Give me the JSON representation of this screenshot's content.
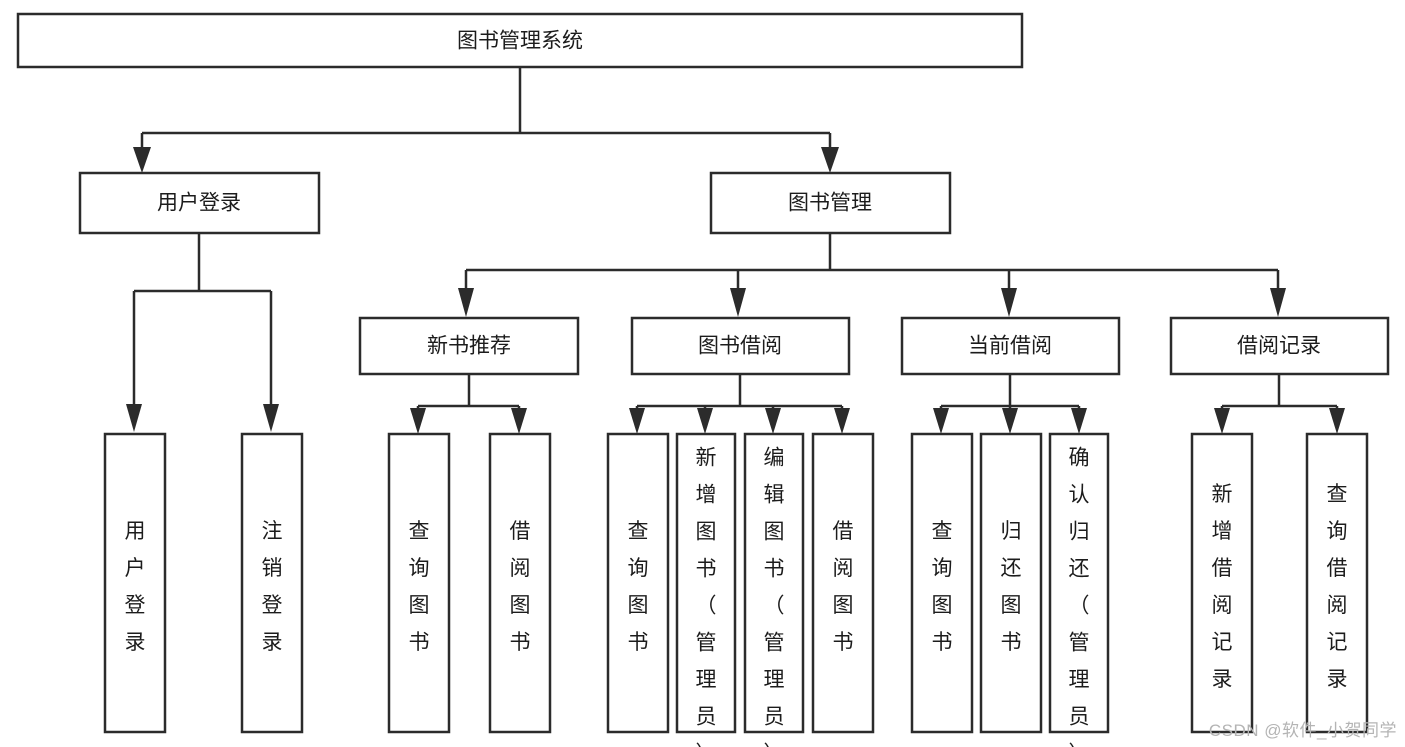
{
  "diagram": {
    "type": "tree",
    "title": "图书管理系统",
    "watermark": "CSDN @软件_小贺同学",
    "colors": {
      "box_stroke": "#2b2b2b",
      "box_fill": "#ffffff",
      "text": "#1c1c1c",
      "connector": "#2b2b2b",
      "watermark": "#b4b4b4",
      "background": "#ffffff"
    },
    "root": {
      "label": "图书管理系统",
      "orientation": "horizontal"
    },
    "level1": [
      {
        "label": "用户登录",
        "orientation": "horizontal"
      },
      {
        "label": "图书管理",
        "orientation": "horizontal"
      }
    ],
    "level2": [
      {
        "label": "新书推荐",
        "orientation": "horizontal",
        "parent": "图书管理"
      },
      {
        "label": "图书借阅",
        "orientation": "horizontal",
        "parent": "图书管理"
      },
      {
        "label": "当前借阅",
        "orientation": "horizontal",
        "parent": "图书管理"
      },
      {
        "label": "借阅记录",
        "orientation": "horizontal",
        "parent": "图书管理"
      }
    ],
    "leaves": [
      {
        "label": "用户登录",
        "parent": "用户登录",
        "orientation": "vertical"
      },
      {
        "label": "注销登录",
        "parent": "用户登录",
        "orientation": "vertical"
      },
      {
        "label": "查询图书",
        "parent": "新书推荐",
        "orientation": "vertical"
      },
      {
        "label": "借阅图书",
        "parent": "新书推荐",
        "orientation": "vertical"
      },
      {
        "label": "查询图书",
        "parent": "图书借阅",
        "orientation": "vertical"
      },
      {
        "label": "新增图书（管理员）",
        "parent": "图书借阅",
        "orientation": "vertical"
      },
      {
        "label": "编辑图书（管理员）",
        "parent": "图书借阅",
        "orientation": "vertical"
      },
      {
        "label": "借阅图书",
        "parent": "图书借阅",
        "orientation": "vertical"
      },
      {
        "label": "查询图书",
        "parent": "当前借阅",
        "orientation": "vertical"
      },
      {
        "label": "归还图书",
        "parent": "当前借阅",
        "orientation": "vertical"
      },
      {
        "label": "确认归还（管理员）",
        "parent": "当前借阅",
        "orientation": "vertical"
      },
      {
        "label": "新增借阅记录",
        "parent": "借阅记录",
        "orientation": "vertical"
      },
      {
        "label": "查询借阅记录",
        "parent": "借阅记录",
        "orientation": "vertical"
      }
    ]
  }
}
